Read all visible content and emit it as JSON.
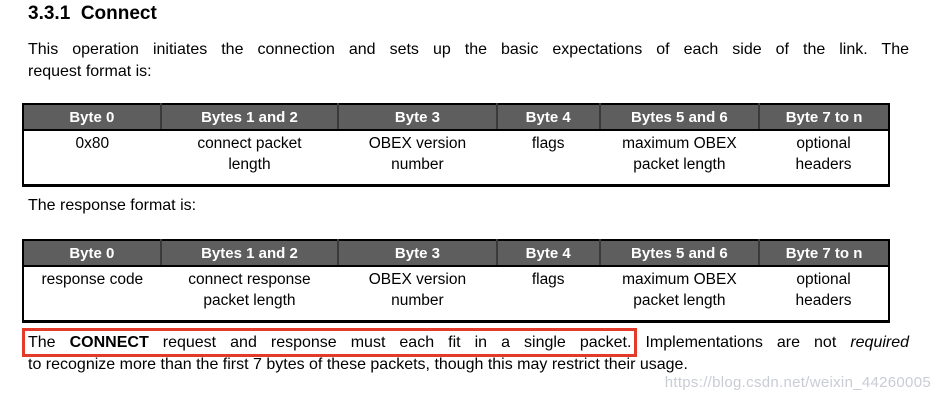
{
  "document": {
    "heading": "3.3.1  Connect",
    "intro_line1": "This operation initiates the connection and sets up the basic expectations of each side of the link. The",
    "intro_line2": "request format is:",
    "response_intro": "The response format is:",
    "closing": {
      "box_pre": "The ",
      "box_bold": "CONNECT",
      "box_rest": " request and response must each fit in a single packet.",
      "mid": " Implementations are not ",
      "italic_word": "required",
      "line2": "to recognize more than the first 7 bytes of these packets, though this may restrict their usage."
    },
    "watermark": "https://blog.csdn.net/weixin_44260005"
  },
  "request_table": {
    "headers": [
      "Byte 0",
      "Bytes 1 and 2",
      "Byte 3",
      "Byte 4",
      "Bytes 5 and 6",
      "Byte 7 to n"
    ],
    "row": [
      "0x80",
      "connect packet\nlength",
      "OBEX version\nnumber",
      "flags",
      "maximum OBEX\npacket length",
      "optional\nheaders"
    ]
  },
  "response_table": {
    "headers": [
      "Byte 0",
      "Bytes 1 and 2",
      "Byte 3",
      "Byte 4",
      "Bytes 5 and 6",
      "Byte 7 to n"
    ],
    "row": [
      "response code",
      "connect response\npacket length",
      "OBEX version\nnumber",
      "flags",
      "maximum OBEX\npacket length",
      "optional\nheaders"
    ]
  },
  "colors": {
    "table_header_bg": "#5e5e5e",
    "highlight_box": "#e43a2a",
    "watermark": "#c9ccd4"
  }
}
